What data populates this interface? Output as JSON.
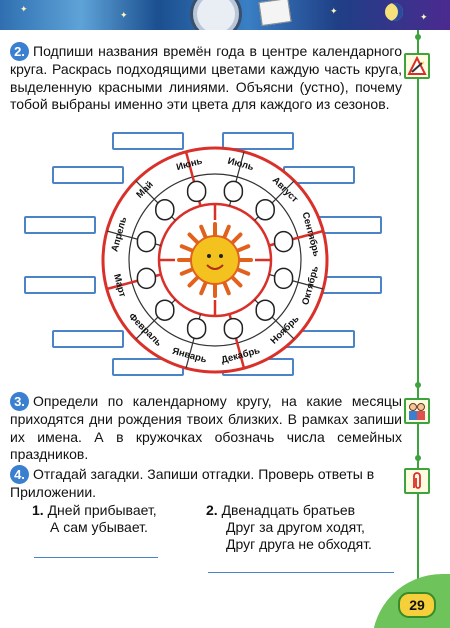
{
  "page_number": "29",
  "task2": {
    "number": "2.",
    "text": "Подпиши названия времён года в центре календарного круга. Раскрась подходящими цветами каждую часть круга, выделенную красными линиями. Объясни (устно), почему тобой выбраны именно эти цвета для каждого из сезонов."
  },
  "calendar": {
    "months": [
      "Январь",
      "Февраль",
      "Март",
      "Апрель",
      "Май",
      "Июнь",
      "Июль",
      "Август",
      "Сентябрь",
      "Октябрь",
      "Ноябрь",
      "Декабрь"
    ],
    "center": "sun-face",
    "colors": {
      "ring": "#d9302a",
      "sun": "#f4c21f"
    }
  },
  "task3": {
    "number": "3.",
    "text": "Определи по календарному кругу, на какие месяцы приходятся дни рождения твоих близких. В рамках запиши их имена. А в кружочках обозначь числа семейных праздников."
  },
  "task4": {
    "number": "4.",
    "text": "Отгадай загадки. Запиши отгадки. Проверь ответы в Приложении."
  },
  "riddles": [
    {
      "number": "1.",
      "line1": "Дней прибывает,",
      "line2": "А сам убывает."
    },
    {
      "number": "2.",
      "line1": "Двенадцать братьев",
      "line2": "Друг за другом ходят,",
      "line3": "Друг друга не обходят."
    }
  ],
  "icons": [
    "pencil-in-frame-icon",
    "children-icon",
    "paperclip-icon"
  ]
}
